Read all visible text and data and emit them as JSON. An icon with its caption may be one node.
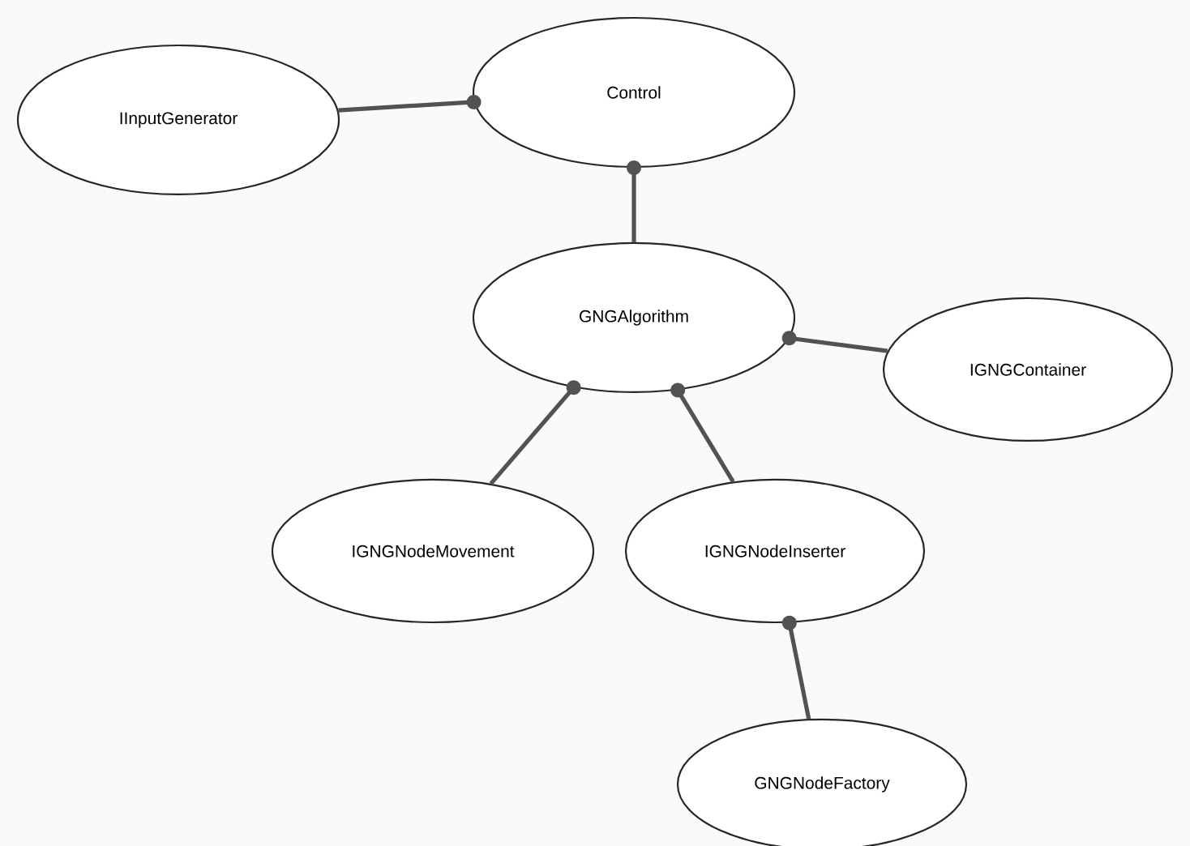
{
  "diagram": {
    "nodes": [
      {
        "text": [
          "IInputGenerator"
        ]
      },
      {
        "text": [
          "Control"
        ]
      },
      {
        "text": [
          "GNGAlgorithm"
        ]
      },
      {
        "text": [
          "IGNGContainer"
        ]
      },
      {
        "text": [
          "IGNGNodeMovement"
        ]
      },
      {
        "text": [
          "IGNGNodeInserter"
        ]
      },
      {
        "text": [
          "GNGNodeFactory"
        ]
      }
    ],
    "edges": [
      {
        "from": 0,
        "to": 1,
        "arrow": "other"
      },
      {
        "from": 2,
        "to": 1,
        "arrow": "other"
      },
      {
        "from": 3,
        "to": 2,
        "arrow": "other"
      },
      {
        "from": 4,
        "to": 2,
        "arrow": "other"
      },
      {
        "from": 5,
        "to": 2,
        "arrow": "other"
      },
      {
        "from": 6,
        "to": 5,
        "arrow": "other"
      }
    ]
  }
}
